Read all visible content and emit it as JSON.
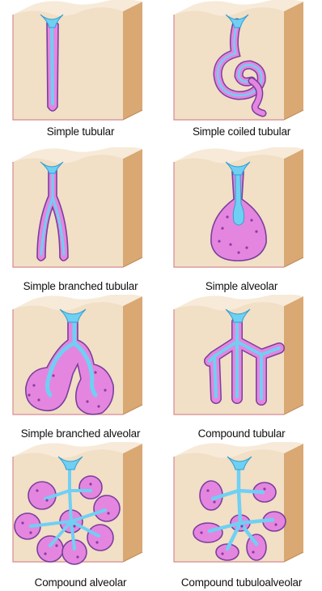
{
  "colors": {
    "tissue_front": "#f1dfc6",
    "tissue_side": "#d9a873",
    "tissue_top": "#f7ead8",
    "edge_line": "#d78a92",
    "gland_fill": "#e486df",
    "gland_outline": "#7a3f9e",
    "gland_border": "#b65ccf",
    "cell_dot": "#8e3aa3",
    "lumen": "#6fd0f3",
    "lumen_outline": "#2f9fd2",
    "lumen_highlight": "#c9f0ff"
  },
  "panels": [
    {
      "caption": "Simple tubular"
    },
    {
      "caption": "Simple coiled tubular"
    },
    {
      "caption": "Simple branched tubular"
    },
    {
      "caption": "Simple alveolar"
    },
    {
      "caption": "Simple branched alveolar"
    },
    {
      "caption": "Compound tubular"
    },
    {
      "caption": "Compound alveolar"
    },
    {
      "caption": "Compound tubuloalveolar"
    }
  ]
}
